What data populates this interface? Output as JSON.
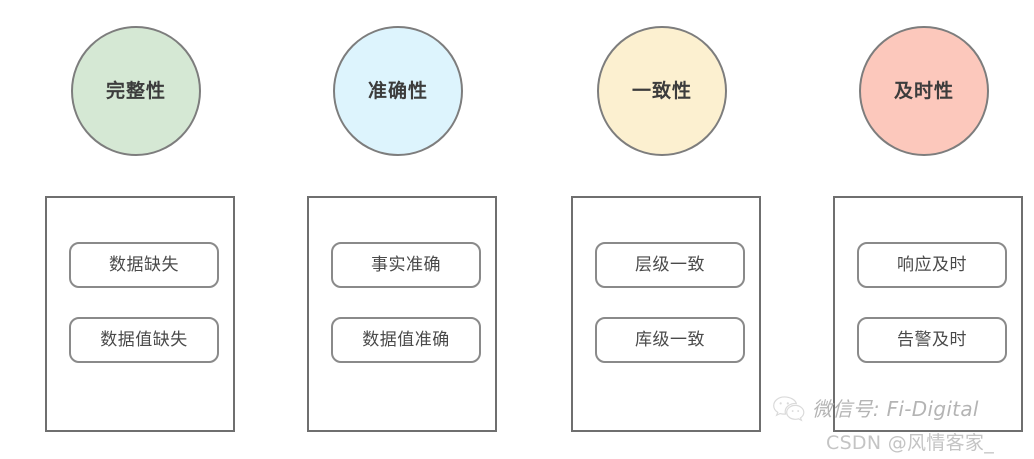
{
  "diagram": {
    "type": "four-column-category-breakdown",
    "background_color": "#ffffff",
    "columns": [
      {
        "circle": {
          "label": "完整性",
          "fill_color": "#d5e8d4",
          "stroke_color": "#7d7d7d",
          "icon_name": "completeness-circle"
        },
        "container": {
          "stroke_color": "#6f6f6f",
          "items": [
            {
              "label": "数据缺失"
            },
            {
              "label": "数据值缺失"
            }
          ]
        }
      },
      {
        "circle": {
          "label": "准确性",
          "fill_color": "#ddf4fd",
          "stroke_color": "#7d7d7d",
          "icon_name": "accuracy-circle"
        },
        "container": {
          "stroke_color": "#6f6f6f",
          "items": [
            {
              "label": "事实准确"
            },
            {
              "label": "数据值准确"
            }
          ]
        }
      },
      {
        "circle": {
          "label": "一致性",
          "fill_color": "#fcf0d0",
          "stroke_color": "#7d7d7d",
          "icon_name": "consistency-circle"
        },
        "container": {
          "stroke_color": "#6f6f6f",
          "items": [
            {
              "label": "层级一致"
            },
            {
              "label": "库级一致"
            }
          ]
        }
      },
      {
        "circle": {
          "label": "及时性",
          "fill_color": "#fcc8bc",
          "stroke_color": "#7d7d7d",
          "icon_name": "timeliness-circle"
        },
        "container": {
          "stroke_color": "#6f6f6f",
          "items": [
            {
              "label": "响应及时"
            },
            {
              "label": "告警及时"
            }
          ]
        }
      }
    ]
  },
  "watermark": {
    "icon_name": "wechat-icon",
    "handle_text": "微信号: Fi-Digital",
    "csdn_text": "CSDN @风情客家_",
    "handle_color": "#b4b4b4",
    "csdn_color": "#c4c4c4"
  }
}
